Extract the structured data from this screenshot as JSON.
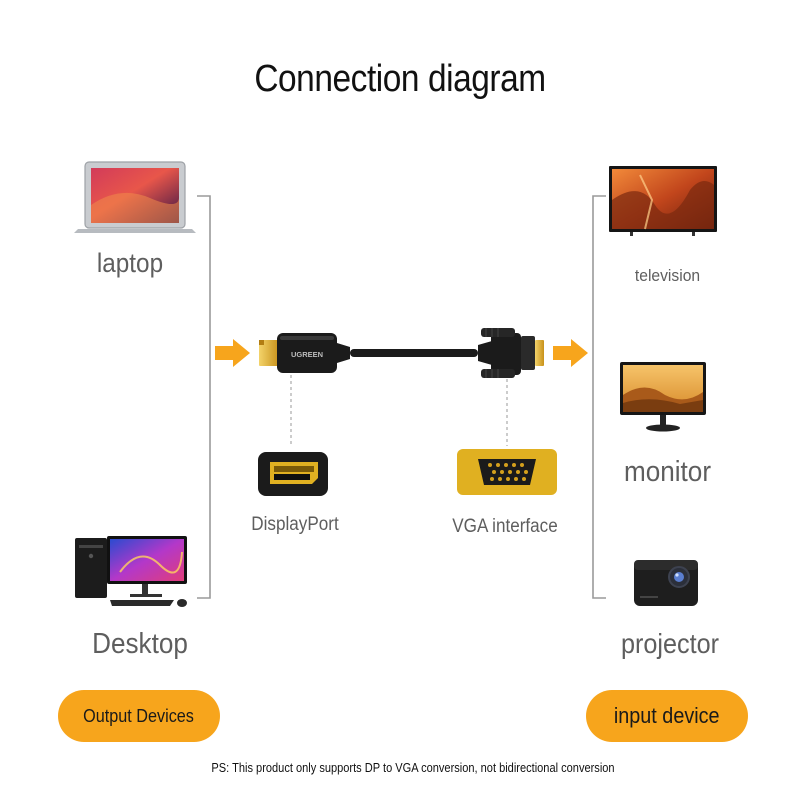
{
  "title": "Connection diagram",
  "output_devices": {
    "heading": "Output Devices",
    "items": [
      {
        "label": "laptop",
        "icon": "laptop-icon"
      },
      {
        "label": "Desktop",
        "icon": "desktop-computer-icon"
      }
    ]
  },
  "input_devices": {
    "heading": "input device",
    "items": [
      {
        "label": "television",
        "icon": "television-icon"
      },
      {
        "label": "monitor",
        "icon": "monitor-icon"
      },
      {
        "label": "projector",
        "icon": "projector-icon"
      }
    ]
  },
  "cable": {
    "brand": "UGREEN",
    "left_connector": "DisplayPort",
    "right_connector": "VGA interface",
    "arrow_icon": "arrow-right-icon"
  },
  "note": "PS: This product only supports DP to VGA conversion, not bidirectional conversion",
  "colors": {
    "accent": "#f7a51c",
    "gold": "#e0b021",
    "cable": "#1b1b1b"
  }
}
